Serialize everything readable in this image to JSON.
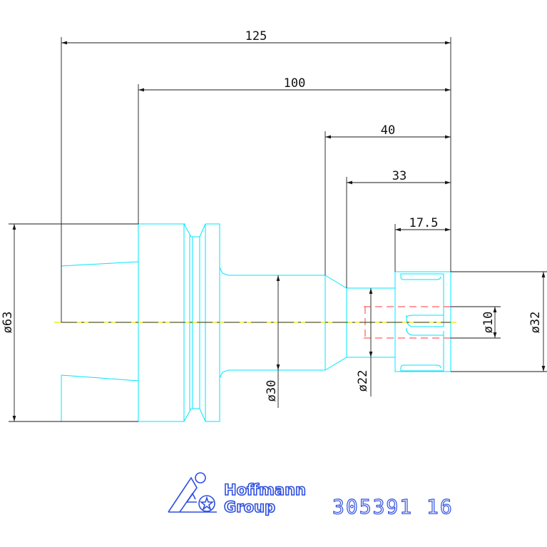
{
  "dimensions": {
    "overall_length": "125",
    "flange_to_tip": "100",
    "shank_section": "40",
    "neck_section": "33",
    "nut_length": "17.5",
    "flange_diameter": "ø63",
    "shank_diameter": "ø30",
    "neck_diameter": "ø22",
    "bore_diameter": "ø10",
    "nut_diameter": "ø32"
  },
  "logo": {
    "line1": "Hoffmann",
    "line2": "Group"
  },
  "part_number": "305391 16",
  "colors": {
    "outline": "#00e5ff",
    "dimension": "#1a1a1a",
    "centerline": "#e8e800",
    "hidden": "#ff3b3b",
    "brand": "#2f4fe0"
  }
}
